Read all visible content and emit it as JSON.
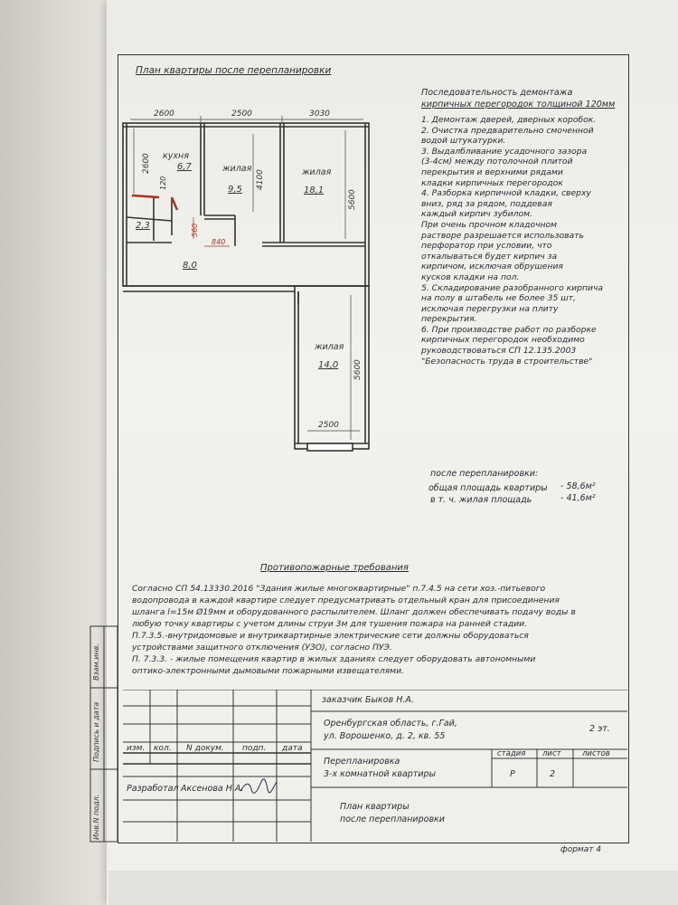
{
  "heading_plan": "План квартиры после перепланировки",
  "plan": {
    "dims": [
      "2600",
      "2500",
      "3030",
      "2600",
      "120",
      "4100",
      "5600",
      "560",
      "840",
      "5600",
      "2500"
    ],
    "rooms": [
      {
        "name": "кухня",
        "area": "6,7"
      },
      {
        "name": "жилая",
        "area": "9,5"
      },
      {
        "name": "жилая",
        "area": "18,1"
      },
      {
        "name": "",
        "area": "2,3"
      },
      {
        "name": "",
        "area": "8,0"
      },
      {
        "name": "жилая",
        "area": "14,0"
      }
    ]
  },
  "demolition": {
    "title_1": "Последовательность демонтажа",
    "title_2": "кирпичных перегородок толщиной 120мм",
    "lines": [
      "1. Демонтаж дверей, дверных коробок.",
      "2. Очистка предварительно смоченной",
      "    водой штукатурки.",
      "3. Выдалбливание усадочного зазора",
      "    (3-4см) между потолочной плитой",
      "    перекрытия и верхними рядами",
      "    кладки кирпичных перегородок",
      "4. Разборка кирпичной кладки, сверху",
      "    вниз, ряд за рядом, поддевая",
      "    каждый кирпич зубилом.",
      "    При очень прочном кладочном",
      "    растворе разрешается использовать",
      "    перфоратор при условии, что",
      "    откалываться будет кирпич за",
      "    кирпичом, исключая обрушения",
      "    кусков кладки на пол.",
      "5. Складирование разобранного кирпича",
      "    на полу в штабель не более 35 шт,",
      "    исключая перегрузки на плиту",
      "    перекрытия.",
      "6. При производстве работ по разборке",
      "    кирпичных перегородок необходимо",
      "    руководствоваться СП 12.135.2003",
      "\"Безопасность труда в строительстве\""
    ]
  },
  "areas": {
    "label": "после перепланировки:",
    "total_label": "общая площадь квартиры",
    "total_value": "- 58,6м²",
    "living_label": "в т. ч. жилая площадь",
    "living_value": "- 41,6м²"
  },
  "fire": {
    "title": "Противопожарные требования",
    "lines": [
      "Согласно СП 54.13330.2016 \"Здания жилые многоквартирные\" п.7.4.5 на сети хоз.-питьевого",
      "водопровода в каждой квартире следует предусматривать отдельный кран для присоединения",
      "шланга l=15м Ø19мм и оборудованного распылителем. Шланг должен обеспечивать подачу воды в",
      "любую точку квартиры с учетом длины струи 3м для тушения пожара на ранней стадии.",
      "П.7.3.5.-внутридомовые и внутриквартирные электрические сети должны оборудоваться",
      "устройствами защитного отключения (УЗО), согласно ПУЭ.",
      "П. 7.3.3. - жилые помещения квартир в жилых зданиях следует оборудовать автономными",
      "оптико-электронными дымовыми пожарными извещателями."
    ]
  },
  "margin": {
    "a": "Взам.инв.",
    "b": "Подпись и дата",
    "c": "Инв.N подл."
  },
  "stamp": {
    "customer": "заказчик  Быков Н.А.",
    "addr1": "Оренбургская область, г.Гай,",
    "addr2": "ул. Ворошенко, д. 2, кв. 55",
    "floors": "2 эт.",
    "cols": [
      "изм.",
      "кол.",
      "N докум.",
      "подп.",
      "дата"
    ],
    "desc1": "Перепланировка",
    "desc2": "3-х комнатной квартиры",
    "stage_h": "стадия",
    "sheet_h": "лист",
    "sheets_h": "листов",
    "stage": "Р",
    "sheet": "2",
    "dev_label": "Разработал",
    "dev_name": "Аксенова Н.А.",
    "title1": "План квартиры",
    "title2": "после перепланировки",
    "format": "формат 4"
  }
}
